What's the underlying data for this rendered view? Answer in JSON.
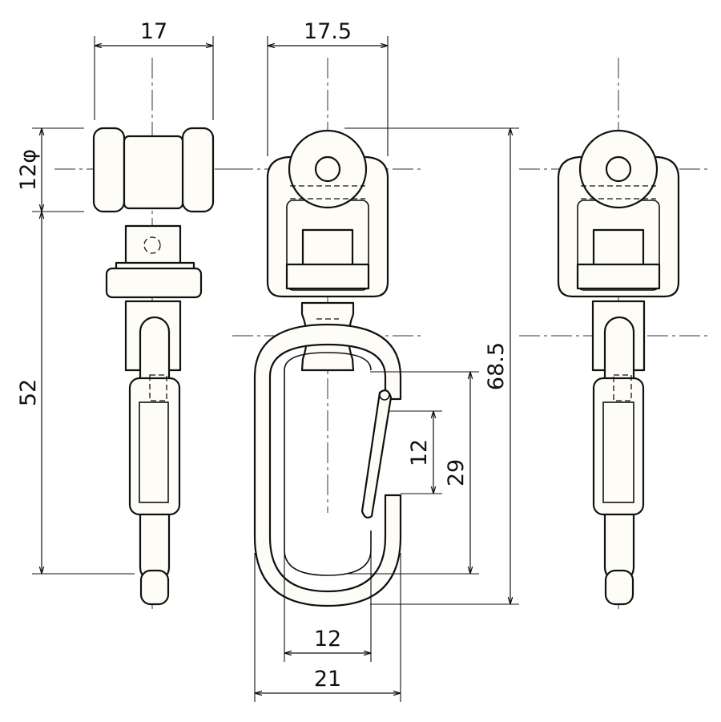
{
  "dimensions": {
    "side_width": "17",
    "wheel_diameter": "12φ",
    "side_height": "52",
    "front_width": "17.5",
    "total_height": "68.5",
    "hook_opening": "12",
    "hook_inner_length": "29",
    "hook_inner_width": "12",
    "hook_outer_width": "21"
  }
}
